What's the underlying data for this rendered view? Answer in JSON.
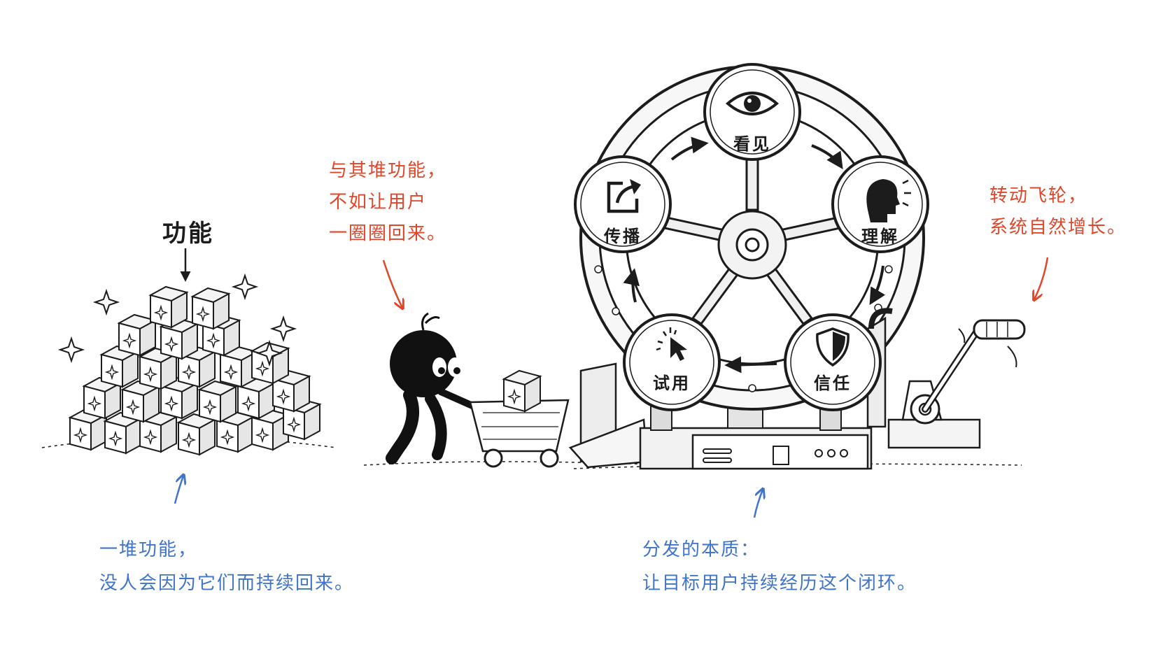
{
  "left_section": {
    "title": "功能",
    "caption_lines": [
      "一堆功能，",
      "没人会因为它们而持续回来。"
    ]
  },
  "middle_note": {
    "lines": [
      "与其堆功能，",
      "不如让用户",
      "一圈圈回来。"
    ]
  },
  "wheel": {
    "nodes": [
      {
        "label": "看见",
        "icon": "eye-icon"
      },
      {
        "label": "理解",
        "icon": "head-icon"
      },
      {
        "label": "信任",
        "icon": "shield-icon"
      },
      {
        "label": "试用",
        "icon": "cursor-icon"
      },
      {
        "label": "传播",
        "icon": "share-icon"
      }
    ]
  },
  "right_note": {
    "lines": [
      "转动飞轮，",
      "系统自然增长。"
    ]
  },
  "bottom_caption": {
    "lines": [
      "分发的本质：",
      "让目标用户持续经历这个闭环。"
    ]
  },
  "colors": {
    "ink": "#1c1c1c",
    "red": "#e2462a",
    "blue": "#3f74c8"
  }
}
